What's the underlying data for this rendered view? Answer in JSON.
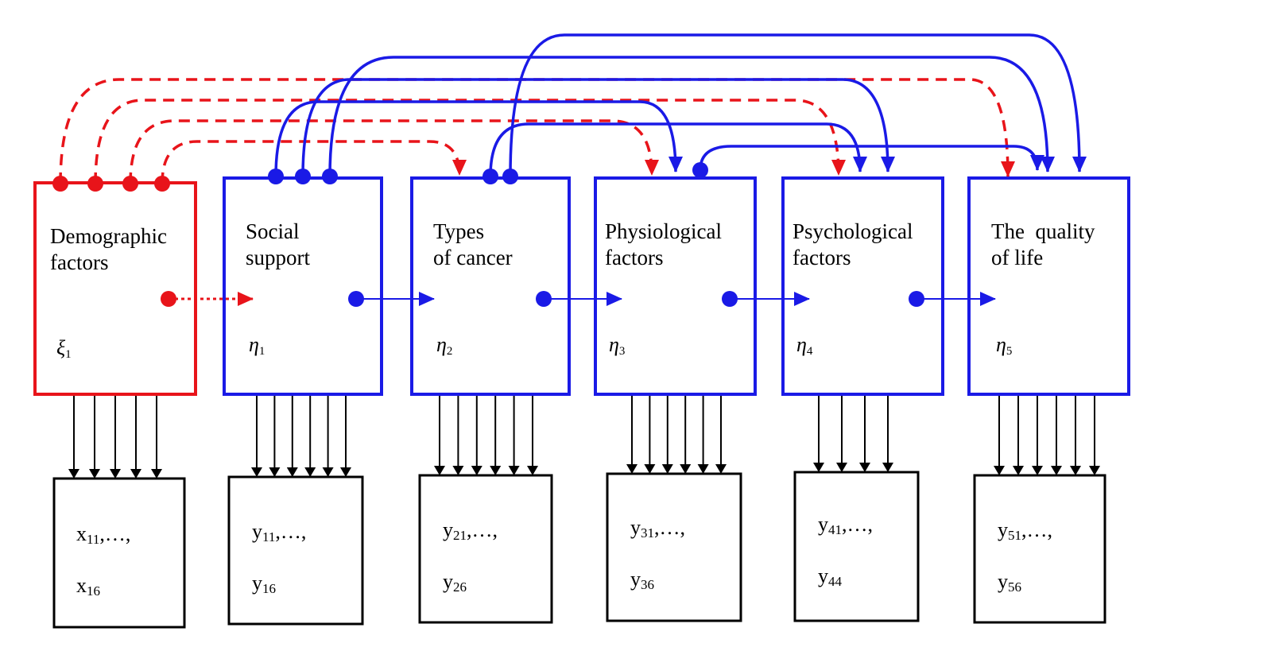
{
  "colors": {
    "demographic": "#e8141a",
    "latent": "#1a1ae6",
    "indicator": "#000000"
  },
  "latent_boxes": [
    {
      "id": "demographic",
      "line1": "Demographic",
      "line2": "factors",
      "symbol": "ξ",
      "subscript": "1"
    },
    {
      "id": "social",
      "line1": "Social",
      "line2": "support",
      "symbol": "η",
      "subscript": "1"
    },
    {
      "id": "cancer",
      "line1": "Types",
      "line2": "of cancer",
      "symbol": "η",
      "subscript": "2"
    },
    {
      "id": "physiological",
      "line1": "Physiological",
      "line2": "factors",
      "symbol": "η",
      "subscript": "3"
    },
    {
      "id": "psychological",
      "line1": "Psychological",
      "line2": "factors",
      "symbol": "η",
      "subscript": "4"
    },
    {
      "id": "quality",
      "line1": "The  quality",
      "line2": "of life",
      "symbol": "η",
      "subscript": "5"
    }
  ],
  "indicator_boxes": [
    {
      "letter": "x",
      "first": "11",
      "sep": ",…,",
      "last_letter": "x",
      "last": "16",
      "count": 5
    },
    {
      "letter": "y",
      "first": "11",
      "sep": ",…,",
      "last_letter": "y",
      "last": "16",
      "count": 6
    },
    {
      "letter": "y",
      "first": "21",
      "sep": ",…,",
      "last_letter": "y",
      "last": "26",
      "count": 6
    },
    {
      "letter": "y",
      "first": "31",
      "sep": ",…,",
      "last_letter": "y",
      "last": "36",
      "count": 6
    },
    {
      "letter": "y",
      "first": "41",
      "sep": ",…,",
      "last_letter": "y",
      "last": "44",
      "count": 4
    },
    {
      "letter": "y",
      "first": "51",
      "sep": ",…,",
      "last_letter": "y",
      "last": "56",
      "count": 6
    }
  ],
  "paths": [
    {
      "from": "demographic",
      "to": "social",
      "style": "dotted"
    },
    {
      "from": "demographic",
      "to": "cancer",
      "style": "dashed"
    },
    {
      "from": "demographic",
      "to": "physiological",
      "style": "dashed"
    },
    {
      "from": "demographic",
      "to": "psychological",
      "style": "dashed"
    },
    {
      "from": "demographic",
      "to": "quality",
      "style": "dashed"
    },
    {
      "from": "social",
      "to": "cancer",
      "style": "solid"
    },
    {
      "from": "social",
      "to": "physiological",
      "style": "solid"
    },
    {
      "from": "social",
      "to": "psychological",
      "style": "solid"
    },
    {
      "from": "social",
      "to": "quality",
      "style": "solid"
    },
    {
      "from": "cancer",
      "to": "physiological",
      "style": "solid"
    },
    {
      "from": "cancer",
      "to": "psychological",
      "style": "solid"
    },
    {
      "from": "cancer",
      "to": "quality",
      "style": "solid"
    },
    {
      "from": "physiological",
      "to": "psychological",
      "style": "solid"
    },
    {
      "from": "physiological",
      "to": "quality",
      "style": "solid"
    },
    {
      "from": "psychological",
      "to": "quality",
      "style": "solid"
    }
  ]
}
